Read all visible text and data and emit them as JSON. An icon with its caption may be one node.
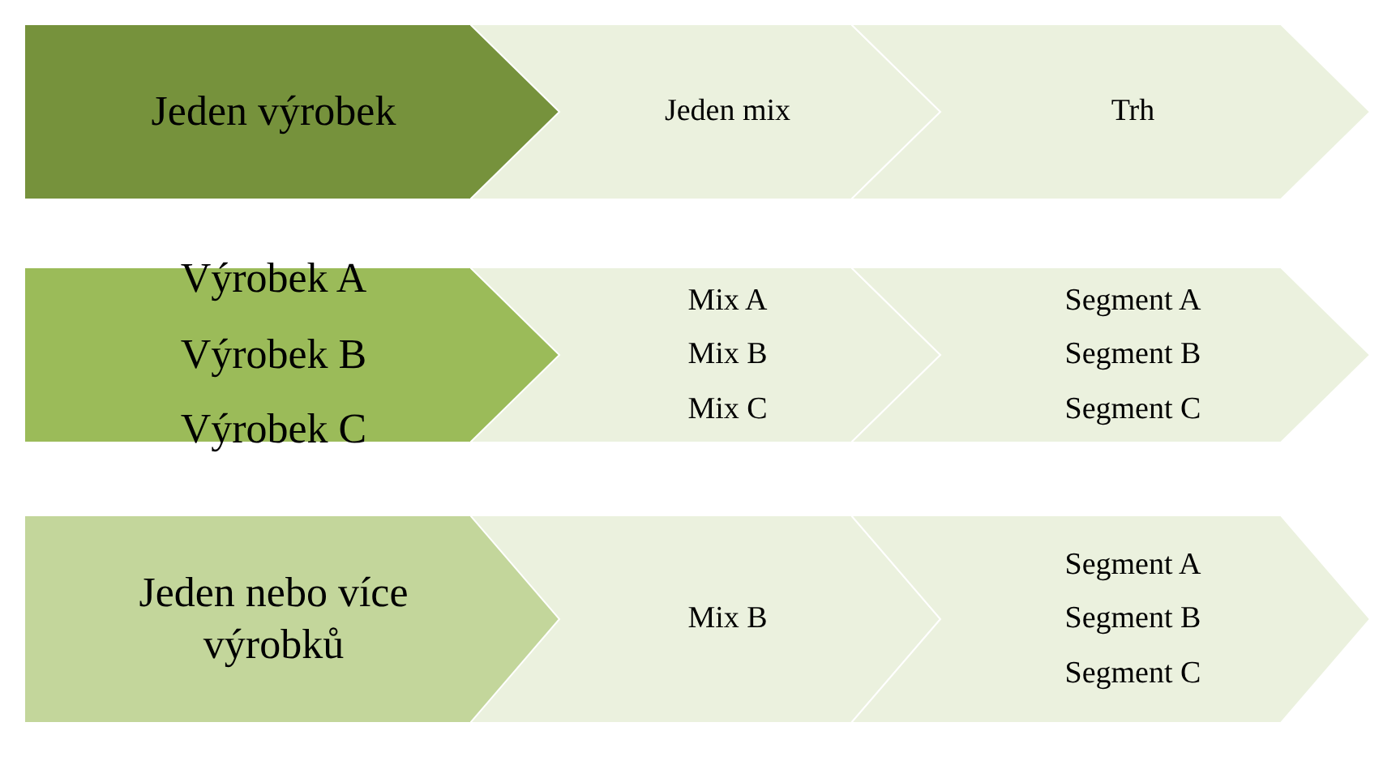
{
  "diagram": {
    "nodes": [
      {
        "text": [
          "Jeden výrobek"
        ]
      },
      {
        "text": [
          "Jeden mix"
        ]
      },
      {
        "text": [
          "Trh"
        ]
      },
      {
        "text": [
          "Výrobek A",
          "Výrobek B",
          "Výrobek C"
        ]
      },
      {
        "text": [
          "Mix A",
          "Mix B",
          "Mix C"
        ]
      },
      {
        "text": [
          "Segment A",
          "Segment B",
          "Segment C"
        ]
      },
      {
        "text": [
          "Jeden nebo více výrobků"
        ]
      },
      {
        "text": [
          "Mix B"
        ]
      },
      {
        "text": [
          "Segment A",
          "Segment B",
          "Segment C"
        ]
      }
    ]
  }
}
